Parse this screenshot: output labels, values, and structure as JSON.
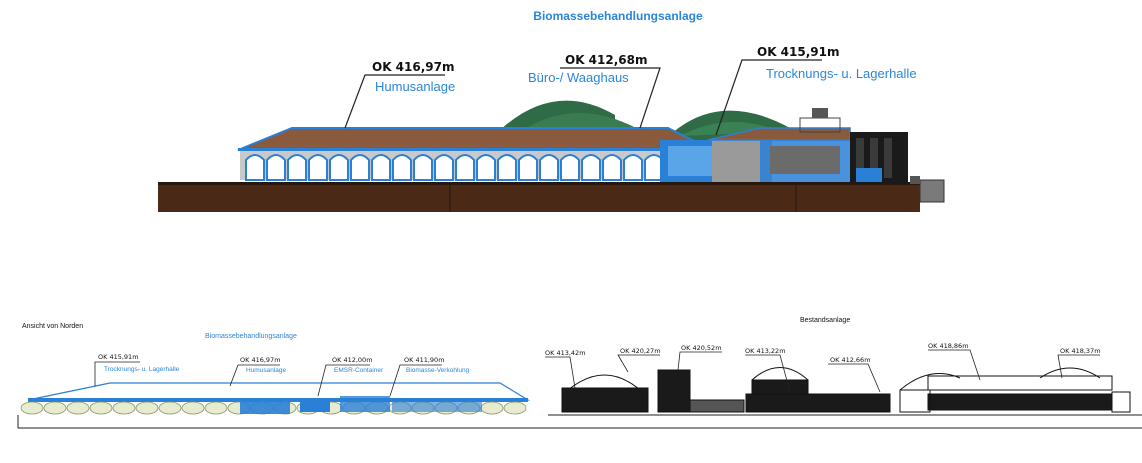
{
  "top": {
    "title": "Biomassebehandlungsanlage",
    "labels": [
      {
        "elevation": "OK 416,97m",
        "name": "Humusanlage"
      },
      {
        "elevation": "OK 412,68m",
        "name": "Büro-/ Waaghaus"
      },
      {
        "elevation": "OK 415,91m",
        "name": "Trocknungs- u. Lagerhalle"
      }
    ]
  },
  "bottom": {
    "view_label": "Ansicht von Norden",
    "left_title": "Biomassebehandlungsanlage",
    "left_labels": [
      {
        "elevation": "OK 415,91m",
        "name": "Trocknungs- u. Lagerhalle"
      },
      {
        "elevation": "OK 416,97m",
        "name": "Humusanlage"
      },
      {
        "elevation": "OK 412,00m",
        "name": "EMSR-Container"
      },
      {
        "elevation": "OK 411,90m",
        "name": "Biomasse-Verkohlung"
      }
    ],
    "right_title": "Bestandsanlage",
    "right_labels": [
      "OK 413,42m",
      "OK 420,27m",
      "OK 420,52m",
      "OK 413,22m",
      "OK 412,66m",
      "OK 418,86m",
      "OK 418,37m"
    ]
  },
  "colors": {
    "accent_blue": "#2a7fd6",
    "roof_brown": "#8a5a3c",
    "ground_brown": "#4a2a17",
    "dome_green": "#2f6b46"
  }
}
